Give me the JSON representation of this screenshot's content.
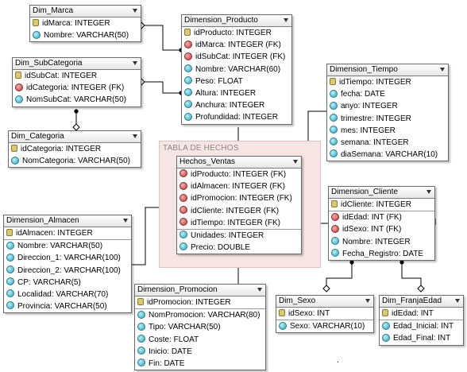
{
  "group": {
    "label": "TABLA DE HECHOS"
  },
  "tables": {
    "marca": {
      "title": "Dim_Marca",
      "rows": [
        {
          "icon": "key",
          "text": "idMarca: INTEGER"
        },
        {
          "icon": "col",
          "text": "Nombre: VARCHAR(50)"
        }
      ]
    },
    "producto": {
      "title": "Dimension_Producto",
      "rows": [
        {
          "icon": "key",
          "text": "idProducto: INTEGER"
        },
        {
          "icon": "fk",
          "text": "idMarca: INTEGER (FK)"
        },
        {
          "icon": "fk",
          "text": "idSubCat: INTEGER (FK)"
        },
        {
          "icon": "col",
          "text": "Nombre: VARCHAR(60)"
        },
        {
          "icon": "col",
          "text": "Peso: FLOAT"
        },
        {
          "icon": "col",
          "text": "Altura: INTEGER"
        },
        {
          "icon": "col",
          "text": "Anchura: INTEGER"
        },
        {
          "icon": "col",
          "text": "Profundidad: INTEGER"
        }
      ]
    },
    "subcategoria": {
      "title": "Dim_SubCategoria",
      "rows": [
        {
          "icon": "key",
          "text": "idSubCat: INTEGER"
        },
        {
          "icon": "fk",
          "text": "idCategoria: INTEGER (FK)"
        },
        {
          "icon": "col",
          "text": "NomSubCat: VARCHAR(50)"
        }
      ]
    },
    "categoria": {
      "title": "Dim_Categoria",
      "rows": [
        {
          "icon": "key",
          "text": "idCategoria: INTEGER"
        },
        {
          "icon": "col",
          "text": "NomCategoria: VARCHAR(50)"
        }
      ]
    },
    "tiempo": {
      "title": "Dimension_Tiempo",
      "rows": [
        {
          "icon": "key",
          "text": "idTiempo: INTEGER"
        },
        {
          "icon": "col",
          "text": "fecha: DATE"
        },
        {
          "icon": "col",
          "text": "anyo: INTEGER"
        },
        {
          "icon": "col",
          "text": "trimestre: INTEGER"
        },
        {
          "icon": "col",
          "text": "mes: INTEGER"
        },
        {
          "icon": "col",
          "text": "semana: INTEGER"
        },
        {
          "icon": "col",
          "text": "diaSemana: VARCHAR(10)"
        }
      ]
    },
    "hechos": {
      "title": "Hechos_Ventas",
      "rows": [
        {
          "icon": "keyfk",
          "text": "idProducto: INTEGER (FK)"
        },
        {
          "icon": "keyfk",
          "text": "idAlmacen: INTEGER (FK)"
        },
        {
          "icon": "keyfk",
          "text": "idPromocion: INTEGER (FK)"
        },
        {
          "icon": "keyfk",
          "text": "idCliente: INTEGER (FK)"
        },
        {
          "icon": "keyfk",
          "text": "idTiempo: INTEGER (FK)"
        },
        {
          "icon": "col",
          "text": "Unidades: INTEGER",
          "sep": true
        },
        {
          "icon": "col",
          "text": "Precio: DOUBLE"
        }
      ]
    },
    "cliente": {
      "title": "Dimension_Cliente",
      "rows": [
        {
          "icon": "key",
          "text": "idCliente: INTEGER"
        },
        {
          "icon": "fk",
          "text": "idEdad: INT (FK)",
          "sep": true
        },
        {
          "icon": "fk",
          "text": "idSexo: INT (FK)"
        },
        {
          "icon": "col",
          "text": "Nombre: INTEGER"
        },
        {
          "icon": "col",
          "text": "Fecha_Registro: DATE"
        }
      ]
    },
    "almacen": {
      "title": "Dimension_Almacen",
      "rows": [
        {
          "icon": "key",
          "text": "idAlmacen: INTEGER"
        },
        {
          "icon": "col",
          "text": "Nombre: VARCHAR(50)",
          "sep": true
        },
        {
          "icon": "col",
          "text": "Direccion_1: VARCHAR(100)"
        },
        {
          "icon": "col",
          "text": "Direccion_2: VARCHAR(100)"
        },
        {
          "icon": "col",
          "text": "CP: VARCHAR(5)"
        },
        {
          "icon": "col",
          "text": "Localidad: VARCHAR(70)"
        },
        {
          "icon": "col",
          "text": "Provincia: VARCHAR(50)"
        }
      ]
    },
    "promocion": {
      "title": "Dimension_Promocion",
      "rows": [
        {
          "icon": "key",
          "text": "idPromocion: INTEGER"
        },
        {
          "icon": "col",
          "text": "NomPromocion: VARCHAR(80)",
          "sep": true
        },
        {
          "icon": "col",
          "text": "Tipo: VARCHAR(50)"
        },
        {
          "icon": "col",
          "text": "Coste: FLOAT"
        },
        {
          "icon": "col",
          "text": "Inicio: DATE"
        },
        {
          "icon": "col",
          "text": "Fin: DATE"
        }
      ]
    },
    "sexo": {
      "title": "Dim_Sexo",
      "rows": [
        {
          "icon": "key",
          "text": "idSexo: INT"
        },
        {
          "icon": "col",
          "text": "Sexo: VARCHAR(10)",
          "sep": true
        }
      ]
    },
    "franja": {
      "title": "Dim_FranjaEdad",
      "rows": [
        {
          "icon": "key",
          "text": "idEdad: INT"
        },
        {
          "icon": "col",
          "text": "Edad_Inicial: INT",
          "sep": true
        },
        {
          "icon": "col",
          "text": "Edad_Final: INT"
        }
      ]
    }
  }
}
